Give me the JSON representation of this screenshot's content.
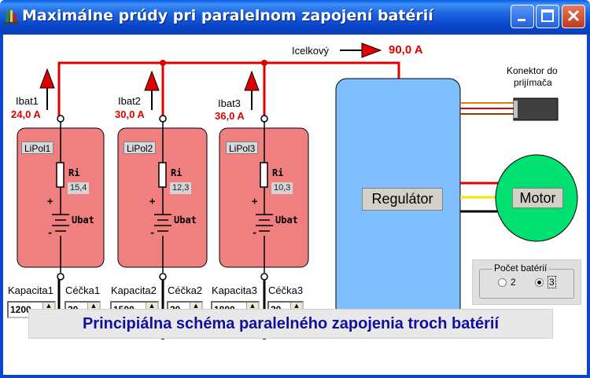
{
  "window": {
    "title": "Maximálne prúdy pri paralelnom zapojení batérií"
  },
  "currents": {
    "total_label": "Icelkový",
    "total_value": "90,0 A",
    "batteries": [
      {
        "label": "Ibat1",
        "value": "24,0 A"
      },
      {
        "label": "Ibat2",
        "value": "30,0 A"
      },
      {
        "label": "Ibat3",
        "value": "36,0 A"
      }
    ]
  },
  "batteries": [
    {
      "name": "LiPol1",
      "ri_label": "Ri",
      "ri_value": "15,4",
      "ubat_label": "Ubat",
      "plus": "+",
      "minus": "-"
    },
    {
      "name": "LiPol2",
      "ri_label": "Ri",
      "ri_value": "12,3",
      "ubat_label": "Ubat",
      "plus": "+",
      "minus": "-"
    },
    {
      "name": "LiPol3",
      "ri_label": "Ri",
      "ri_value": "10,3",
      "ubat_label": "Ubat",
      "plus": "+",
      "minus": "-"
    }
  ],
  "inputs": [
    {
      "capacity_label": "Kapacita1",
      "capacity_value": "1200",
      "c_label": "Céčka1",
      "c_value": "20"
    },
    {
      "capacity_label": "Kapacita2",
      "capacity_value": "1500",
      "c_label": "Céčka2",
      "c_value": "20"
    },
    {
      "capacity_label": "Kapacita3",
      "capacity_value": "1800",
      "c_label": "Céčka3",
      "c_value": "20"
    }
  ],
  "regulator": {
    "label": "Regulátor"
  },
  "motor": {
    "label": "Motor"
  },
  "connector": {
    "label_line1": "Konektor do",
    "label_line2": "prijímača"
  },
  "battery_count": {
    "legend": "Počet batérií",
    "options": [
      {
        "label": "2",
        "selected": false
      },
      {
        "label": "3",
        "selected": true
      }
    ]
  },
  "footer": {
    "text": "Principiálna schéma paralelného zapojenia troch batérií"
  },
  "colors": {
    "wire_red": "#e00000",
    "battery_fill": "#f08080",
    "regulator_fill": "#80bfff",
    "motor_fill": "#00e070",
    "title_text": "#1010a0"
  },
  "icons": [
    "app-icon",
    "minimize-icon",
    "maximize-icon",
    "close-icon",
    "spin-up-icon",
    "spin-down-icon",
    "current-arrow-icon"
  ]
}
